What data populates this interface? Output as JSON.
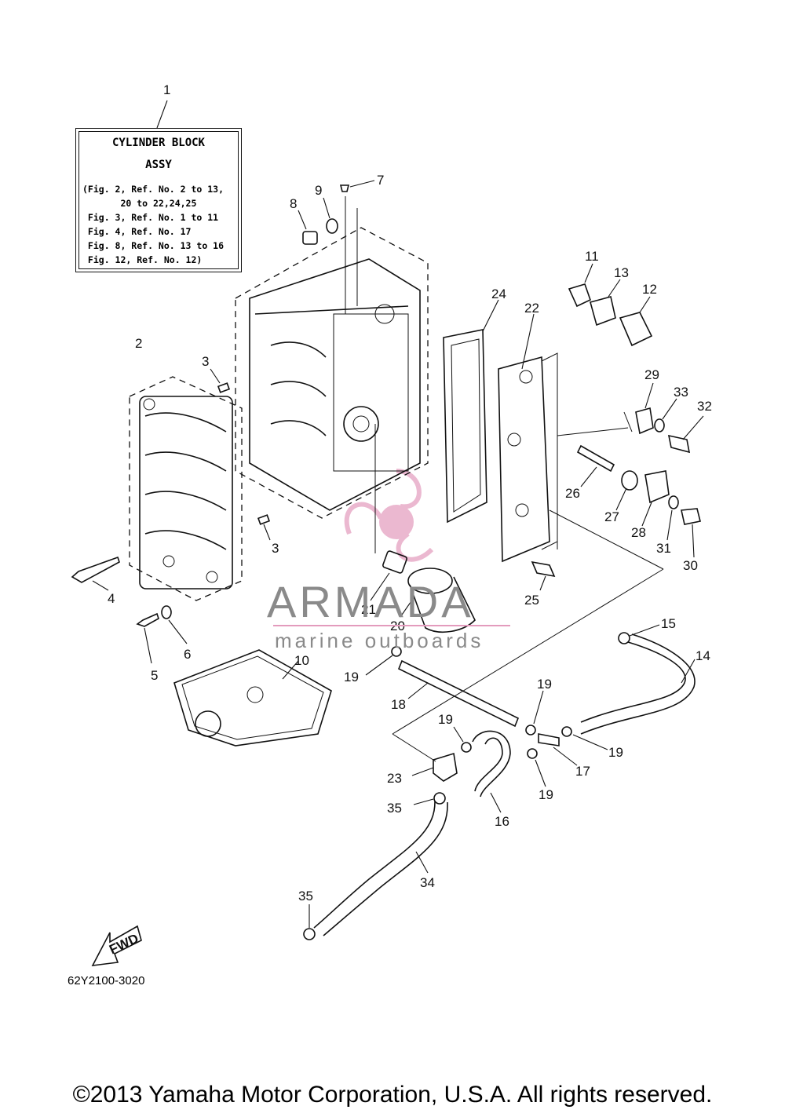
{
  "assy_box": {
    "title_line1": "CYLINDER BLOCK",
    "title_line2": "ASSY",
    "refs": [
      "(Fig. 2, Ref. No. 2 to 13,",
      "       20 to 22,24,25",
      " Fig. 3, Ref. No. 1 to 11",
      " Fig. 4, Ref. No. 17",
      " Fig. 8, Ref. No. 13 to 16",
      " Fig. 12, Ref. No. 12)"
    ]
  },
  "callouts": {
    "c1": "1",
    "c2": "2",
    "c3a": "3",
    "c3b": "3",
    "c4": "4",
    "c5": "5",
    "c6": "6",
    "c7": "7",
    "c8": "8",
    "c9": "9",
    "c10": "10",
    "c11": "11",
    "c12": "12",
    "c13": "13",
    "c14": "14",
    "c15": "15",
    "c16": "16",
    "c17": "17",
    "c18": "18",
    "c19a": "19",
    "c19b": "19",
    "c19c": "19",
    "c19d": "19",
    "c19e": "19",
    "c20": "20",
    "c21": "21",
    "c22": "22",
    "c23": "23",
    "c24": "24",
    "c25": "25",
    "c26": "26",
    "c27": "27",
    "c28": "28",
    "c29": "29",
    "c30": "30",
    "c31": "31",
    "c32": "32",
    "c33": "33",
    "c34": "34",
    "c35a": "35",
    "c35b": "35"
  },
  "fwd_label": "FWD",
  "figure_number": "62Y2100-3020",
  "watermark": {
    "brand": "ARMADA",
    "tagline": "marine outboards",
    "accent_color": "#e39bbd"
  },
  "copyright": "©2013 Yamaha Motor Corporation, U.S.A. All rights reserved."
}
